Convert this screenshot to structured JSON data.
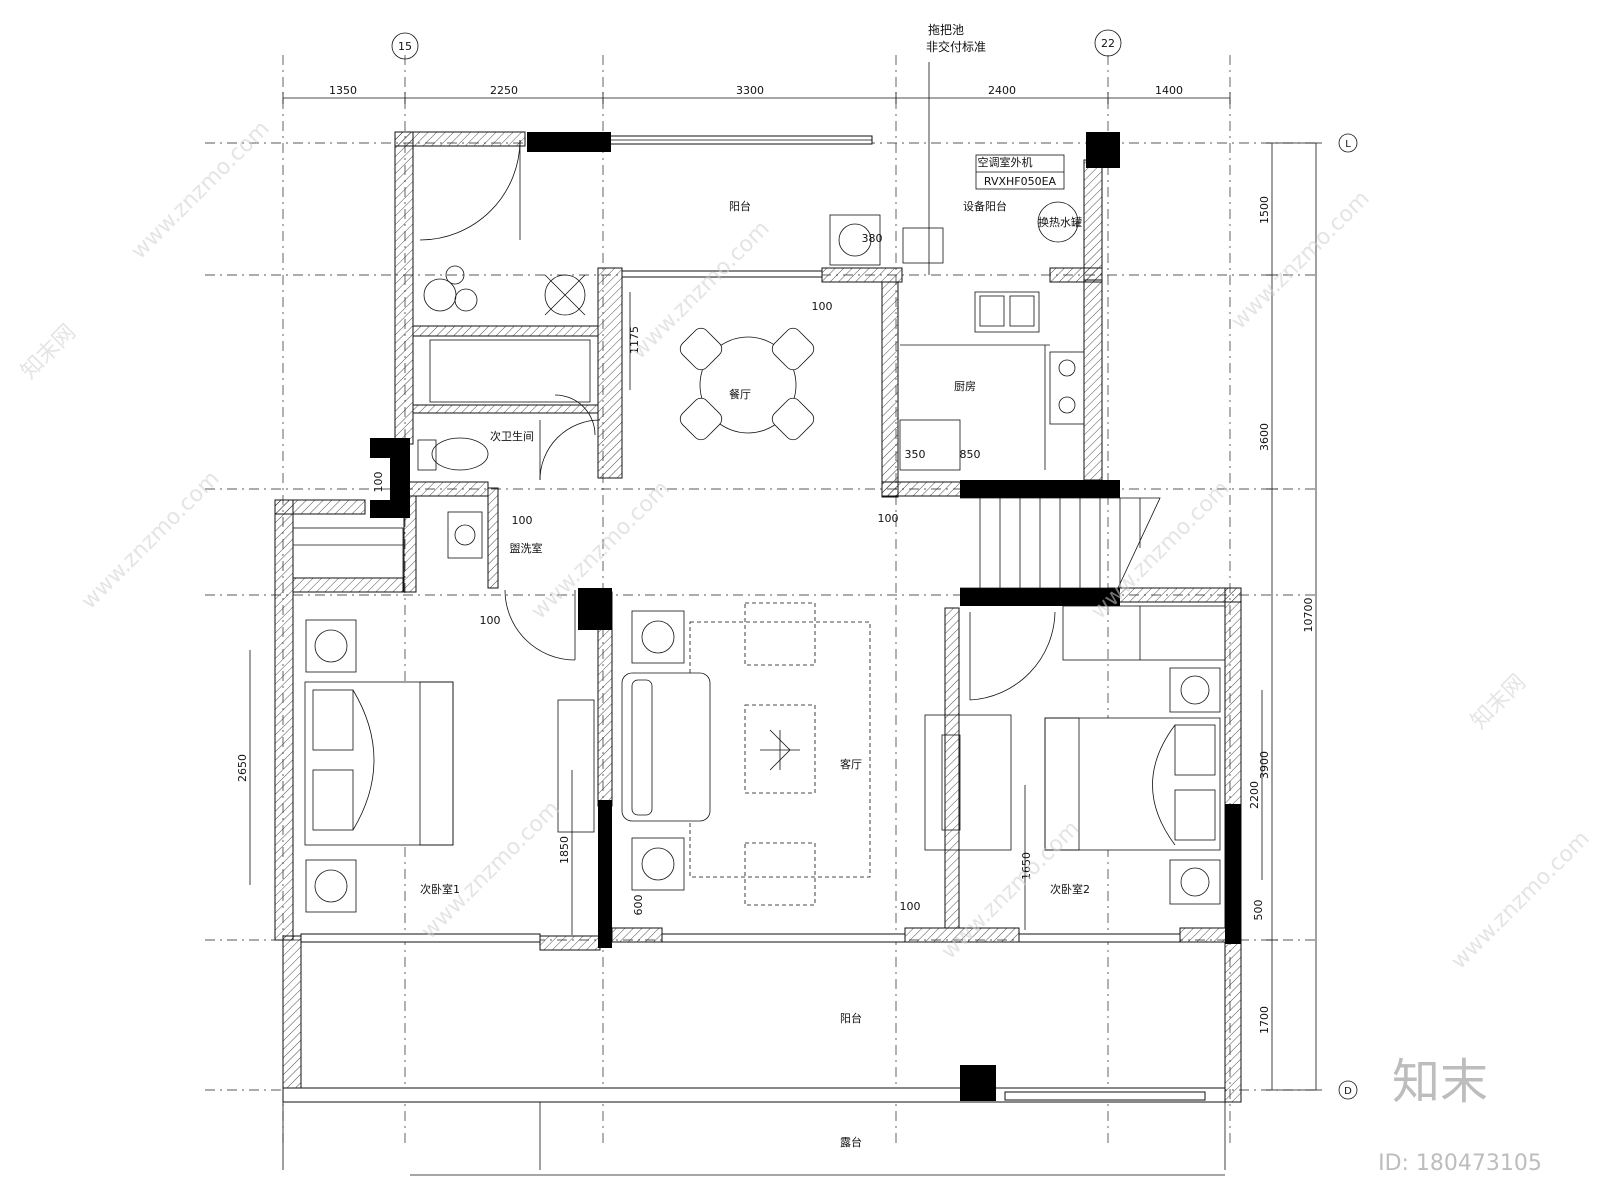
{
  "grid_labels": {
    "left": "15",
    "right": "22",
    "top_right": "L",
    "bottom_right": "D"
  },
  "dims_top": [
    "1350",
    "2250",
    "3300",
    "2400",
    "1400"
  ],
  "dims_right": [
    "1500",
    "3600",
    "3900",
    "1700"
  ],
  "dims_overall": "10700",
  "dims_inner": {
    "d1175": "1175",
    "d2650": "2650",
    "d1850": "1850",
    "d600": "600",
    "d2200": "2200",
    "d1650": "1650",
    "d500": "500",
    "d350": "350",
    "d850": "850",
    "d380": "380",
    "d100": "100"
  },
  "notes": {
    "mop_pool": "拖把池",
    "non_delivery": "非交付标准",
    "ac_unit": "空调室外机",
    "ac_model": "RVXHF050EA",
    "heat_tank": "换热水罐"
  },
  "rooms": {
    "balcony_top": "阳台",
    "equipment_balcony": "设备阳台",
    "dining": "餐厅",
    "kitchen": "厨房",
    "second_bath": "次卫生间",
    "wash_room": "盥洗室",
    "living": "客厅",
    "bedroom1": "次卧室1",
    "bedroom2": "次卧室2",
    "balcony_bottom": "阳台",
    "terrace": "露台"
  },
  "watermark": {
    "site": "www.znzmo.com",
    "brand_small": "知末网",
    "brand": "知末",
    "id": "ID: 180473105"
  }
}
